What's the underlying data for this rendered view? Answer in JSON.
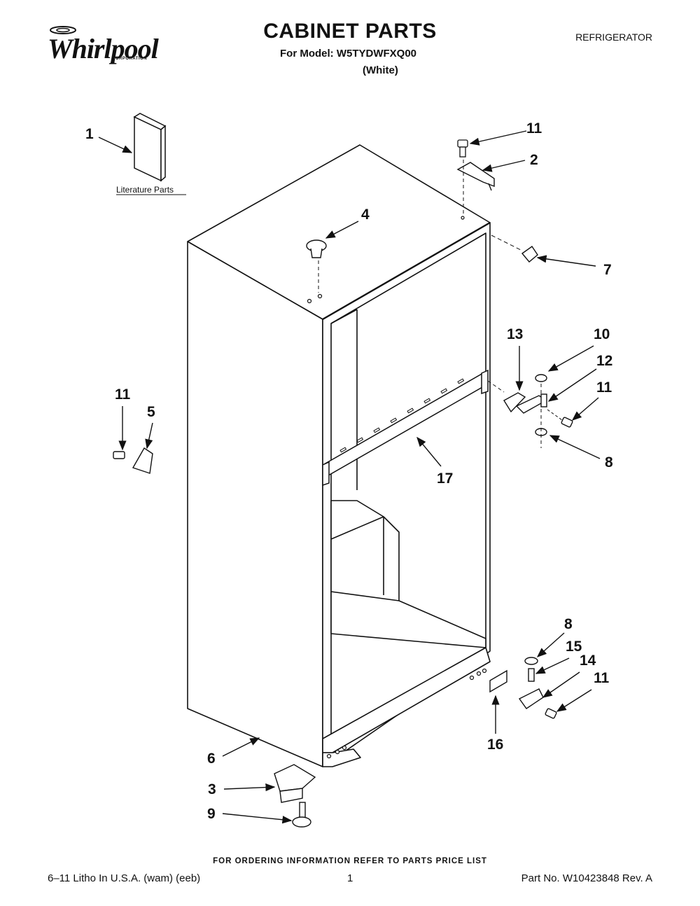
{
  "header": {
    "brand": "Whirlpool",
    "brand_sub": "CORPORATION",
    "title": "CABINET PARTS",
    "model_line": "For Model: W5TYDWFXQ00",
    "color_line": "(White)",
    "category": "REFRIGERATOR"
  },
  "diagram": {
    "literature_label": "Literature Parts",
    "callouts": {
      "c1": "1",
      "c2": "2",
      "c3": "3",
      "c4": "4",
      "c5": "5",
      "c6": "6",
      "c7": "7",
      "c8a": "8",
      "c8b": "8",
      "c9": "9",
      "c10": "10",
      "c11a": "11",
      "c11b": "11",
      "c11c": "11",
      "c11d": "11",
      "c12": "12",
      "c13": "13",
      "c14": "14",
      "c15": "15",
      "c16": "16",
      "c17": "17"
    }
  },
  "footer": {
    "ordering_note": "FOR ORDERING INFORMATION REFER TO PARTS PRICE LIST",
    "litho": "6–11 Litho In U.S.A. (wam) (eeb)",
    "page": "1",
    "part_no": "Part No. W10423848 Rev. A"
  }
}
